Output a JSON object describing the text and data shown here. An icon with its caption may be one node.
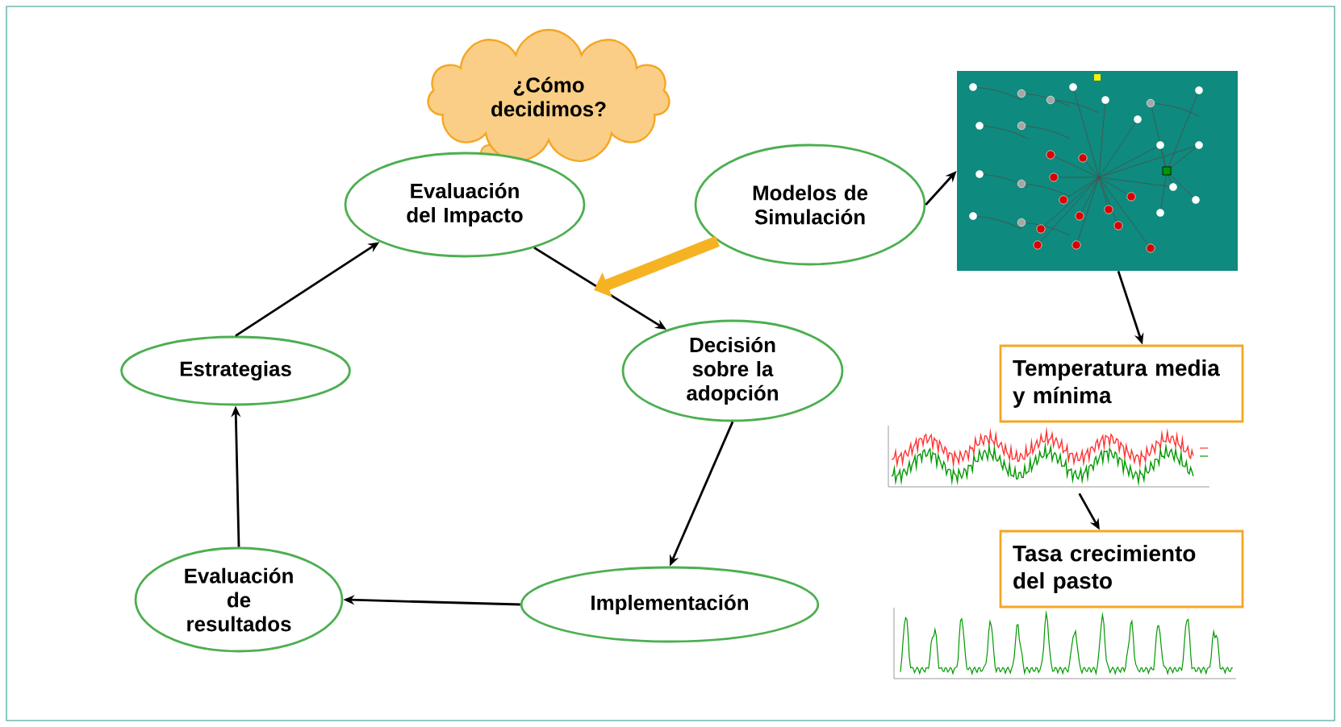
{
  "diagram": {
    "nodes": [
      {
        "text": [
          "¿Cómo decidimos?"
        ]
      },
      {
        "text": [
          "Evaluación del Impacto"
        ]
      },
      {
        "text": [
          "Modelos de Simulación"
        ]
      },
      {
        "text": [
          "Estrategias"
        ]
      },
      {
        "text": [
          "Decisión sobre la adopción"
        ]
      },
      {
        "text": [
          "Evaluación de resultados"
        ]
      },
      {
        "text": [
          "Implementación"
        ]
      },
      {
        "text": [],
        "shape": "picture"
      },
      {
        "text": [
          "Temperatura media y mínima"
        ]
      },
      {
        "text": [],
        "shape": "picture"
      },
      {
        "text": [
          "Tasa crecimiento del pasto"
        ]
      },
      {
        "text": [],
        "shape": "picture"
      }
    ],
    "edges": [
      {
        "from": 3,
        "to": 1,
        "arrow": "to"
      },
      {
        "from": 1,
        "to": 4,
        "arrow": "to"
      },
      {
        "from": 4,
        "to": 6,
        "arrow": "to"
      },
      {
        "from": 6,
        "to": 5,
        "arrow": "to"
      },
      {
        "from": 5,
        "to": 3,
        "arrow": "to"
      },
      {
        "from": 2,
        "to": null,
        "arrow": "to",
        "style": "thick",
        "color": "#f5b324"
      },
      {
        "from": 2,
        "to": 7,
        "arrow": "to"
      },
      {
        "from": 7,
        "to": 8,
        "arrow": "to"
      },
      {
        "from": 9,
        "to": 10,
        "arrow": "to"
      }
    ]
  }
}
